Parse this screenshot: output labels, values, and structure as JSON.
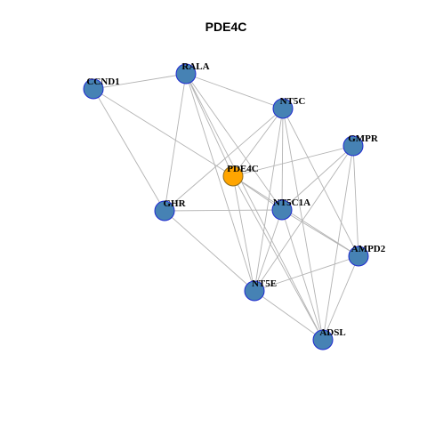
{
  "title": "PDE4C",
  "colors": {
    "node_fill": "#4682b4",
    "node_stroke": "#1f2bd0",
    "center_fill": "#ffa500",
    "center_stroke": "#8a6a20",
    "edge": "#b3b3b3"
  },
  "nodes": [
    {
      "id": "PDE4C",
      "label": "PDE4C",
      "center": true
    },
    {
      "id": "CCND1",
      "label": "CCND1"
    },
    {
      "id": "RALA",
      "label": "RALA"
    },
    {
      "id": "NT5C",
      "label": "NT5C"
    },
    {
      "id": "GMPR",
      "label": "GMPR"
    },
    {
      "id": "GHR",
      "label": "GHR"
    },
    {
      "id": "NT5C1A",
      "label": "NT5C1A"
    },
    {
      "id": "AMPD2",
      "label": "AMPD2"
    },
    {
      "id": "NT5E",
      "label": "NT5E"
    },
    {
      "id": "ADSL",
      "label": "ADSL"
    }
  ],
  "edges": [
    [
      "CCND1",
      "RALA"
    ],
    [
      "CCND1",
      "GHR"
    ],
    [
      "CCND1",
      "PDE4C"
    ],
    [
      "RALA",
      "NT5C"
    ],
    [
      "RALA",
      "GHR"
    ],
    [
      "RALA",
      "PDE4C"
    ],
    [
      "RALA",
      "NT5C1A"
    ],
    [
      "RALA",
      "NT5E"
    ],
    [
      "RALA",
      "ADSL"
    ],
    [
      "NT5C",
      "PDE4C"
    ],
    [
      "NT5C",
      "GHR"
    ],
    [
      "NT5C",
      "NT5C1A"
    ],
    [
      "NT5C",
      "NT5E"
    ],
    [
      "NT5C",
      "AMPD2"
    ],
    [
      "NT5C",
      "ADSL"
    ],
    [
      "GMPR",
      "PDE4C"
    ],
    [
      "GMPR",
      "NT5C1A"
    ],
    [
      "GMPR",
      "NT5E"
    ],
    [
      "GMPR",
      "AMPD2"
    ],
    [
      "GMPR",
      "ADSL"
    ],
    [
      "PDE4C",
      "NT5E"
    ],
    [
      "PDE4C",
      "AMPD2"
    ],
    [
      "PDE4C",
      "ADSL"
    ],
    [
      "PDE4C",
      "NT5C1A"
    ],
    [
      "GHR",
      "NT5C1A"
    ],
    [
      "GHR",
      "NT5E"
    ],
    [
      "NT5C1A",
      "AMPD2"
    ],
    [
      "NT5C1A",
      "NT5E"
    ],
    [
      "NT5C1A",
      "ADSL"
    ],
    [
      "AMPD2",
      "NT5E"
    ],
    [
      "AMPD2",
      "ADSL"
    ],
    [
      "NT5E",
      "ADSL"
    ]
  ]
}
